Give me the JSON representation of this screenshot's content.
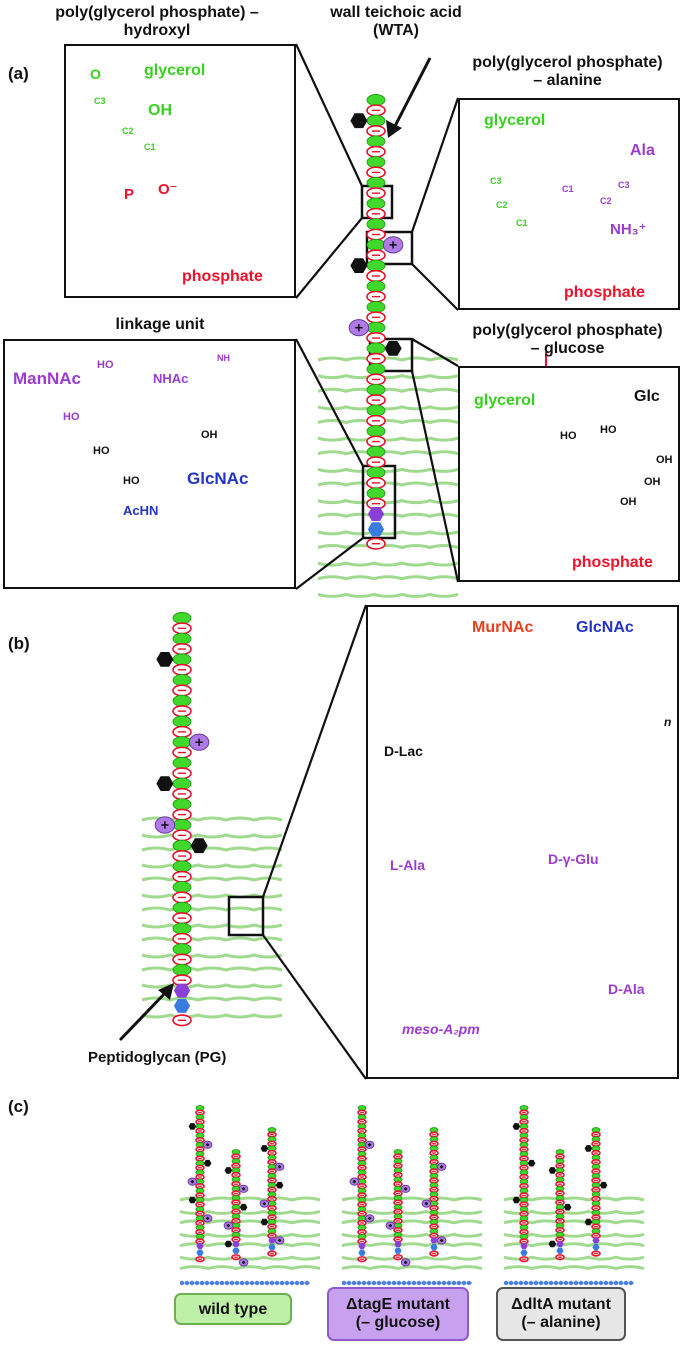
{
  "colors": {
    "glycerol": "#39d11f",
    "phosphate": "#f2102a",
    "ala": "#9b3bd1",
    "glcnac": "#2332c9",
    "murnac": "#e8401c",
    "glc": "#111111",
    "pg": "#8fd47a",
    "wildtype_bg": "#bff0a8",
    "tage_bg": "#c8a0f0",
    "dlta_bg": "#e6e6e6"
  },
  "panels": {
    "a": "(a)",
    "b": "(b)",
    "c": "(c)"
  },
  "panel_a": {
    "title_hydroxyl_1": "poly(glycerol phosphate) –",
    "title_hydroxyl_2": "hydroxyl",
    "title_wta_1": "wall teichoic acid",
    "title_wta_2": "(WTA)",
    "title_alanine_1": "poly(glycerol phosphate)",
    "title_alanine_2": "– alanine",
    "title_linkage": "linkage unit",
    "title_glucose_1": "poly(glycerol phosphate)",
    "title_glucose_2": "– glucose",
    "hydroxyl_box": {
      "glycerol": "glycerol",
      "phosphate": "phosphate",
      "oh": "OH",
      "c1": "C1",
      "c2": "C2",
      "c3": "C3",
      "o": "O",
      "p": "P",
      "ominus": "O⁻"
    },
    "alanine_box": {
      "glycerol": "glycerol",
      "ala": "Ala",
      "phosphate": "phosphate",
      "nh3": "NH₃⁺",
      "c1": "C1",
      "c2": "C2",
      "c3": "C3",
      "c1g": "C1",
      "c2g": "C2",
      "c3g": "C3"
    },
    "linkage_box": {
      "mannac": "ManNAc",
      "glcnac": "GlcNAc",
      "nhac": "NHAc",
      "achn": "AcHN",
      "nh": "NH",
      "ho1": "HO",
      "ho2": "HO",
      "oh": "OH",
      "ho3": "HO",
      "ho4": "HO"
    },
    "glucose_box": {
      "glycerol": "glycerol",
      "glc": "Glc",
      "phosphate": "phosphate",
      "ho1": "HO",
      "ho2": "HO",
      "oh1": "OH",
      "oh2": "OH",
      "oh3": "OH"
    }
  },
  "panel_b": {
    "pg_label": "Peptidoglycan (PG)",
    "murnac": "MurNAc",
    "glcnac": "GlcNAc",
    "dlac": "D-Lac",
    "lala": "L-Ala",
    "dglu": "D-γ-Glu",
    "dala": "D-Ala",
    "meso": "meso-A₂pm",
    "n": "n"
  },
  "panel_c": {
    "wildtype": "wild type",
    "tage_1": "ΔtagE mutant",
    "tage_2": "(– glucose)",
    "dlta_1": "ΔdltA mutant",
    "dlta_2": "(– alanine)"
  }
}
